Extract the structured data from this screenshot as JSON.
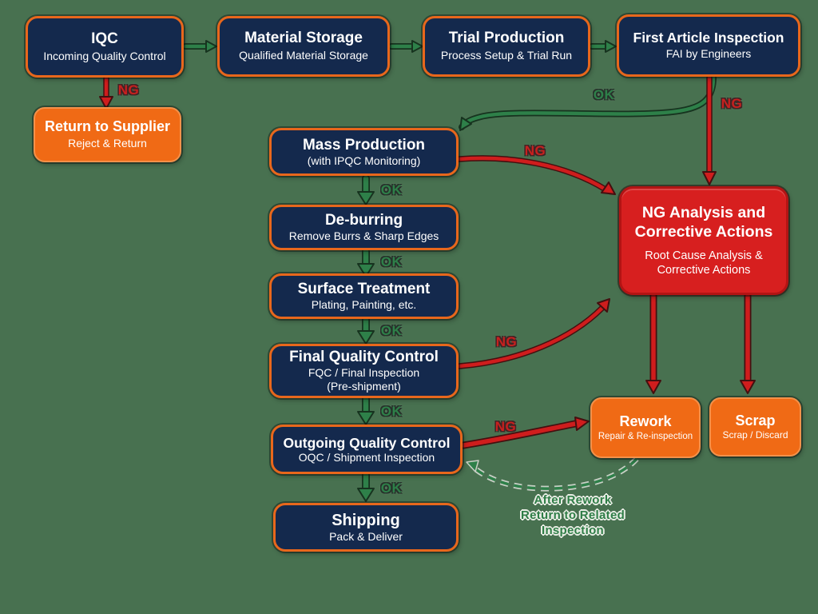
{
  "colors": {
    "background": "#487150",
    "navy_box": "#14294d",
    "orange_border": "#e8671c",
    "orange_box": "#f06a15",
    "red_box": "#d71f1f",
    "green_arrow": "#2e8049",
    "red_arrow": "#cf1d1d"
  },
  "nodes": {
    "iqc": {
      "title": "IQC",
      "subtitle": "Incoming Quality Control"
    },
    "material_storage": {
      "title": "Material Storage",
      "subtitle": "Qualified Material Storage"
    },
    "trial_production": {
      "title": "Trial Production",
      "subtitle": "Process Setup & Trial Run"
    },
    "first_article_inspection": {
      "title": "First Article Inspection",
      "subtitle": "FAI by Engineers"
    },
    "return_to_supplier": {
      "title": "Return to Supplier",
      "subtitle": "Reject & Return"
    },
    "mass_production": {
      "title": "Mass Production",
      "subtitle": "(with IPQC Monitoring)"
    },
    "de_burring": {
      "title": "De-burring",
      "subtitle": "Remove Burrs & Sharp Edges"
    },
    "surface_treatment": {
      "title": "Surface Treatment",
      "subtitle": "Plating, Painting, etc."
    },
    "final_quality_control": {
      "title": "Final Quality Control",
      "subtitle": "FQC / Final Inspection",
      "subtitle2": "(Pre-shipment)"
    },
    "outgoing_quality_control": {
      "title": "Outgoing Quality Control",
      "subtitle": "OQC / Shipment Inspection"
    },
    "shipping": {
      "title": "Shipping",
      "subtitle": "Pack & Deliver"
    },
    "ng_analysis": {
      "title": "NG Analysis and Corrective Actions",
      "subtitle": "Root Cause Analysis & Corrective Actions"
    },
    "rework": {
      "title": "Rework",
      "subtitle": "Repair & Re-inspection"
    },
    "scrap": {
      "title": "Scrap",
      "subtitle": "Scrap / Discard"
    }
  },
  "edge_labels": {
    "iqc_ng": "NG",
    "fai_ok": "OK",
    "fai_ng": "NG",
    "mass_production_ng": "NG",
    "mass_production_ok": "OK",
    "de_burring_ok": "OK",
    "surface_treatment_ok": "OK",
    "fqc_ng": "NG",
    "fqc_ok": "OK",
    "oqc_ng": "NG",
    "oqc_ok": "OK"
  },
  "annotations": {
    "after_rework": [
      "After Rework",
      "Return to Related",
      "Inspection"
    ]
  }
}
